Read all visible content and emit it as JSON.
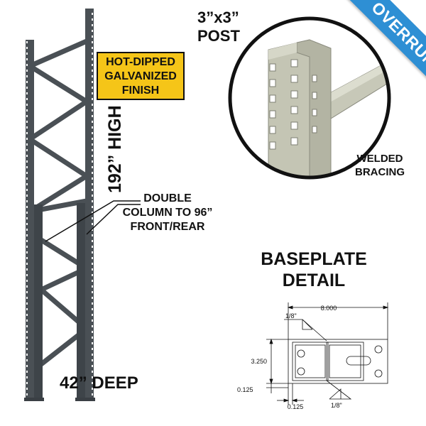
{
  "ribbon": {
    "label": "OVERRUNS",
    "color": "#2e8fd4"
  },
  "finish_badge": {
    "lines": [
      "HOT-DIPPED",
      "GALVANIZED",
      "FINISH"
    ],
    "color": "#f5c518"
  },
  "frame": {
    "height_label": "192” HIGH",
    "depth_label": "42” DEEP",
    "color": "#4a5055"
  },
  "double_column": {
    "lines": [
      "DOUBLE",
      "COLUMN TO 96”",
      "FRONT/REAR"
    ]
  },
  "post": {
    "lines": [
      "3”x3”",
      "POST"
    ]
  },
  "bracing": {
    "lines": [
      "WELDED",
      "BRACING"
    ]
  },
  "baseplate": {
    "title_lines": [
      "BASEPLATE",
      "DETAIL"
    ],
    "dims": {
      "width": "8.000",
      "height": "3.250",
      "offset_left": "0.125",
      "offset_bottom": "0.125",
      "weld_top": "1/8\"",
      "weld_bottom": "1/8\""
    }
  }
}
